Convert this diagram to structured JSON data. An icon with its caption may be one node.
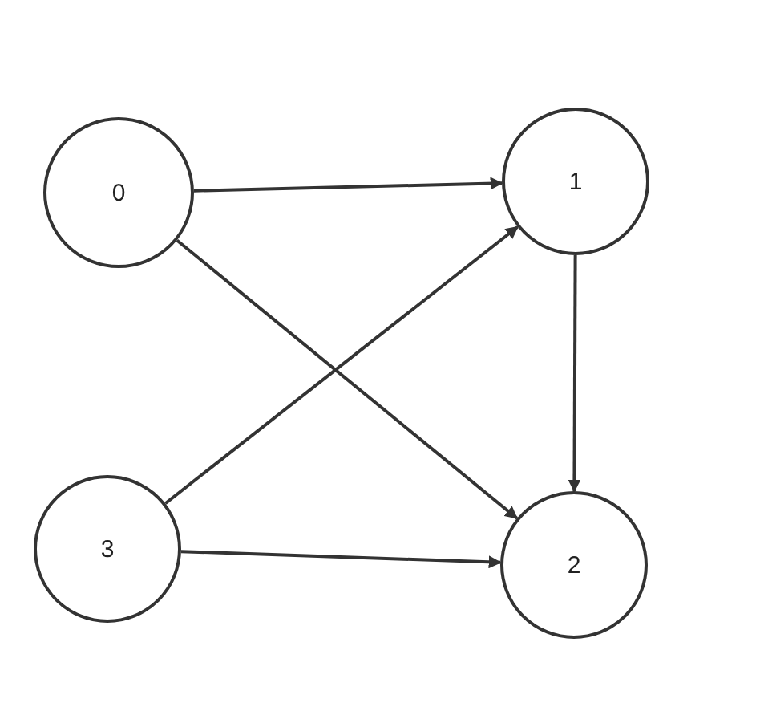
{
  "diagram": {
    "nodes": [
      {
        "text": [
          "0"
        ]
      },
      {
        "text": [
          "1"
        ]
      },
      {
        "text": [
          "3"
        ]
      },
      {
        "text": [
          "2"
        ]
      }
    ],
    "edges": [
      {
        "from": 0,
        "to": 1,
        "arrow": "to"
      },
      {
        "from": 0,
        "to": 3,
        "arrow": "to"
      },
      {
        "from": 2,
        "to": 1,
        "arrow": "to"
      },
      {
        "from": 2,
        "to": 3,
        "arrow": "to"
      },
      {
        "from": 1,
        "to": 3,
        "arrow": "to"
      }
    ]
  }
}
